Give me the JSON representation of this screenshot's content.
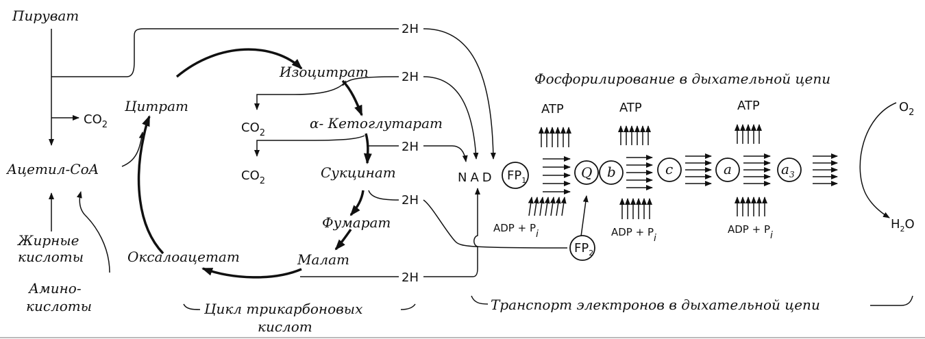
{
  "labels": {
    "pyruvate": "Пируват",
    "co2": "CO",
    "co2_sub": "2",
    "acetyl_coa": "Ацетил-CoA",
    "fatty_acids_1": "Жирные",
    "fatty_acids_2": "кислоты",
    "amino_acids_1": "Амино-",
    "amino_acids_2": "кислоты",
    "citrate": "Цитрат",
    "isocitrate": "Изоцитрат",
    "alpha_ketoglutarate": "α- Кетоглутарат",
    "succinate": "Сукцинат",
    "fumarate": "Фумарат",
    "malate": "Малат",
    "oxaloacetate": "Оксалоацетат",
    "two_h": "2H",
    "nad": "NAD",
    "fp": "FP",
    "fp1_sub": "1",
    "fp2_sub": "2",
    "q": "Q",
    "b": "b",
    "c": "c",
    "a": "a",
    "a3_sub": "3",
    "o2": "O",
    "o2_sub": "2",
    "h2o": "H",
    "h2o_sub1": "2",
    "h2o_o": "O",
    "atp": "ATP",
    "adp": "ADP + P",
    "adp_sub": "i",
    "phosphorylation_title": "Фосфорилирование в дыхательной цепи",
    "tca_title_1": "Цикл трикарбоновых",
    "tca_title_2": "кислот",
    "transport_title": "Транспорт электронов в дыхательной цепи"
  }
}
